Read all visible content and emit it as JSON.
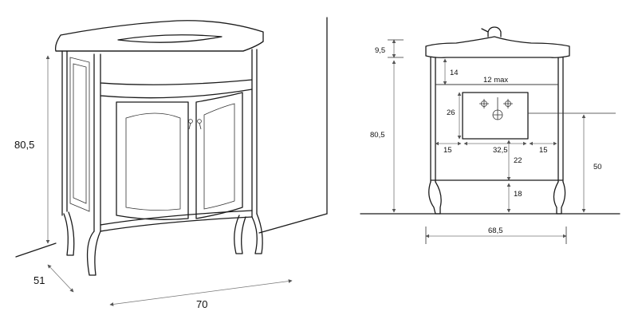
{
  "perspective": {
    "height": "80,5",
    "depth": "51",
    "width": "70"
  },
  "front": {
    "top_thickness": "9,5",
    "overall_height": "80,5",
    "drawer_depth": "14",
    "sink_depth": "12 max",
    "opening_height": "26",
    "side_left": "15",
    "opening_width": "32,5",
    "side_right": "15",
    "opening_to_base": "22",
    "leg_height": "18",
    "drain_height": "50",
    "base_width": "68,5"
  }
}
